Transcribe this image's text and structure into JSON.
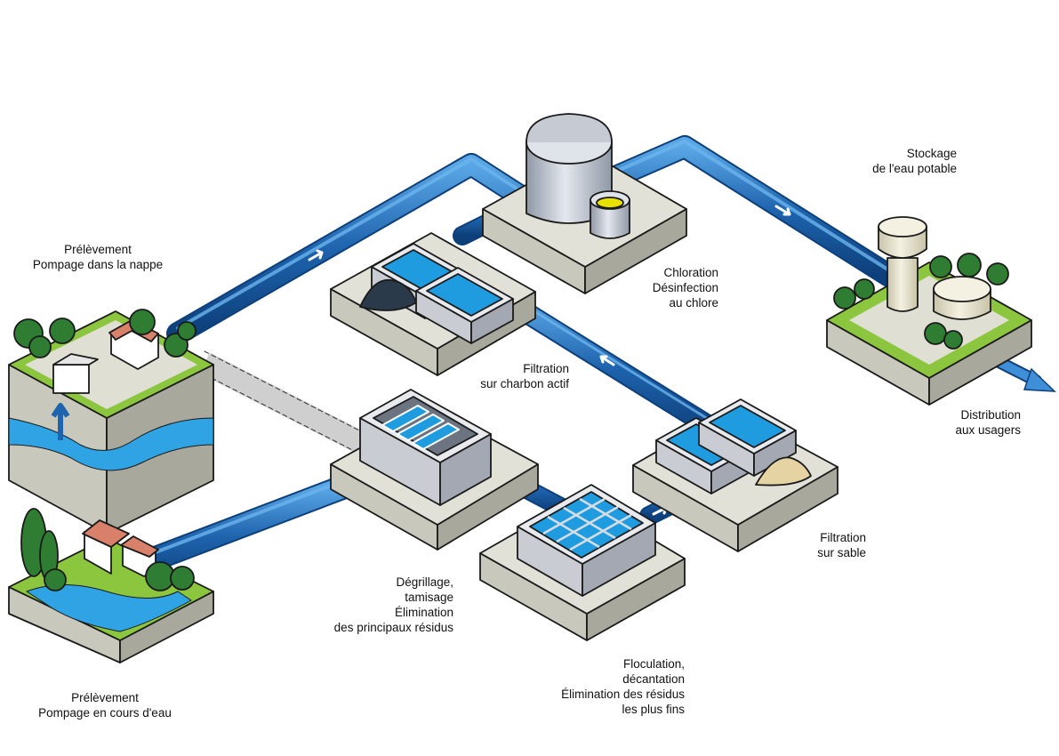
{
  "labels": {
    "nappe": {
      "line1": "Prélèvement",
      "line2": "Pompage dans la nappe"
    },
    "cours_eau": {
      "line1": "Prélèvement",
      "line2": "Pompage en cours d'eau"
    },
    "degrillage": {
      "line1": "Dégrillage,",
      "line2": "tamisage",
      "line3": "Élimination",
      "line4": "des principaux résidus"
    },
    "floculation": {
      "line1": "Floculation,",
      "line2": "décantation",
      "line3": "Élimination des résidus",
      "line4": "les plus fins"
    },
    "filtration_sable": {
      "line1": "Filtration",
      "line2": "sur sable"
    },
    "filtration_charbon": {
      "line1": "Filtration",
      "line2": "sur charbon actif"
    },
    "chloration": {
      "line1": "Chloration",
      "line2": "Désinfection",
      "line3": "au chlore"
    },
    "stockage": {
      "line1": "Stockage",
      "line2": "de l'eau potable"
    },
    "distribution": {
      "line1": "Distribution",
      "line2": "aux usagers"
    }
  },
  "colors": {
    "pipe": "#1e63ad",
    "pipe_highlight": "#5aa7e6",
    "water": "#1f9be0",
    "grass": "#8cc63f",
    "tree": "#2f7d32",
    "platform_top": "#e2e1d8",
    "platform_side": "#b9b8ad",
    "roof": "#d9806a",
    "chlorine": "#e8e000",
    "sand": "#e6d3a3"
  }
}
